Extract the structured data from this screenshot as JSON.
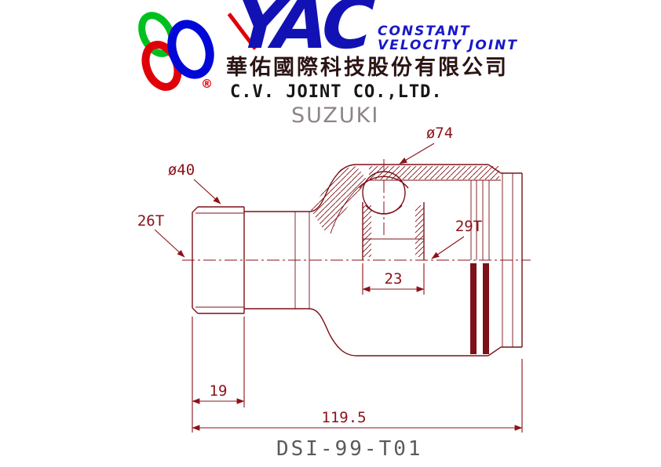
{
  "header": {
    "brand": "YAC",
    "tagline_line1": "CONSTANT",
    "tagline_line2": "VELOCITY JOINT",
    "company_cn": "華佑國際科技股份有限公司",
    "company_en": "C.V. JOINT CO.,LTD.",
    "vehicle_make": "SUZUKI",
    "registered_mark": "®",
    "brand_color": "#1212b4",
    "tagline_color": "#1818c8",
    "logo_ring_colors": {
      "green": "#00c020",
      "red": "#e00008",
      "blue": "#0008d8"
    }
  },
  "drawing": {
    "part_number": "DSI-99-T01",
    "line_color": "#7c1118",
    "dim_color": "#8c1218",
    "dimensions": {
      "bell_outer_diameter": "ø74",
      "shaft_diameter": "ø40",
      "spline_count_shaft": "26T",
      "spline_count_hub": "29T",
      "hub_width": "23",
      "spline_length": "19",
      "overall_length": "119.5"
    }
  }
}
